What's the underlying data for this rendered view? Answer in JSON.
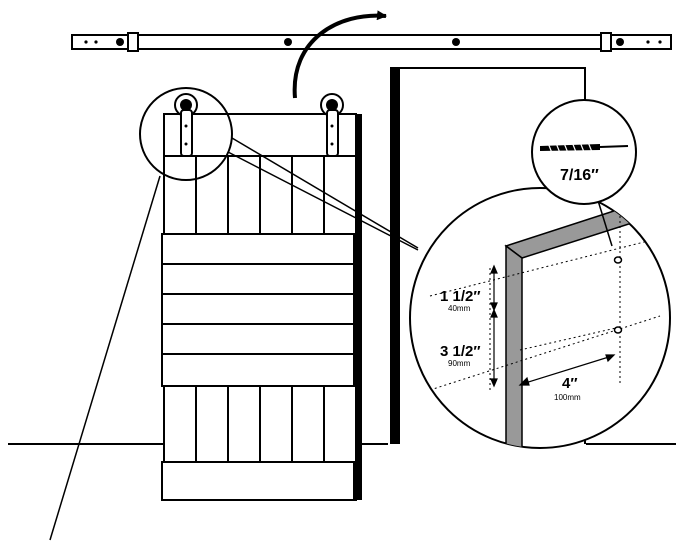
{
  "bolt": {
    "size": "7/16″"
  },
  "dimensions": {
    "top_offset": {
      "imperial": "1 1/2″",
      "metric": "40mm"
    },
    "hole_spacing": {
      "imperial": "3 1/2″",
      "metric": "90mm"
    },
    "edge_inset": {
      "imperial": "4″",
      "metric": "100mm"
    }
  }
}
